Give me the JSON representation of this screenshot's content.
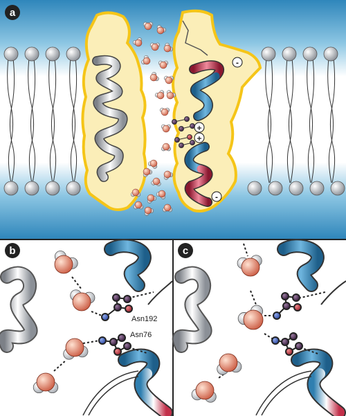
{
  "panels": [
    {
      "id": "a",
      "label": "a"
    },
    {
      "id": "b",
      "label": "b"
    },
    {
      "id": "c",
      "label": "c"
    }
  ],
  "residues": {
    "asn192": "Asn192",
    "asn76": "Asn76"
  },
  "charges": {
    "minus": "-",
    "plus": "+"
  },
  "colors": {
    "membrane_blue": "#4a9cc7",
    "water_channel_yellow": "#f5c518",
    "pore_fill": "#fbeeb8",
    "helix_blue": "#2f7fb0",
    "helix_red": "#c2304a",
    "oxygen": "#e07a5a",
    "hydrogen": "#dedede"
  }
}
